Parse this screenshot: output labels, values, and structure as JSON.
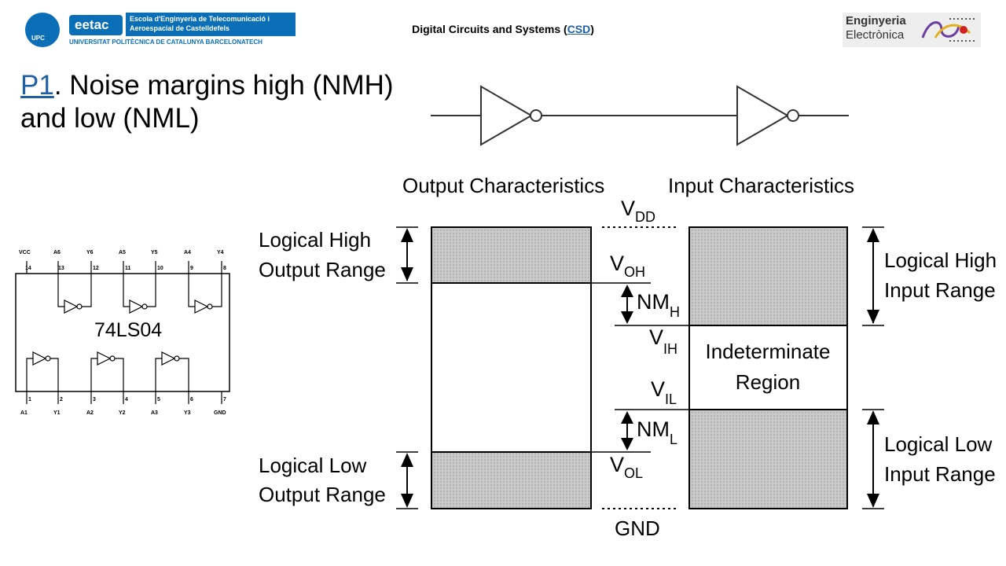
{
  "header": {
    "upc_abbr": "UPC",
    "eetac": "eetac",
    "school_line1": "Escola d'Enginyeria de Telecomunicació i",
    "school_line2": "Aeroespacial de Castelldefels",
    "university": "UNIVERSITAT POLITÈCNICA DE CATALUNYA   BARCELONATECH",
    "course_prefix": "Digital Circuits and Systems (",
    "course_link": "CSD",
    "course_suffix": ")",
    "dept_line1": "Enginyeria",
    "dept_line2": "Electrònica"
  },
  "slide": {
    "title_link": "P1",
    "title_rest": ". Noise margins high (NMH) and low (NML)"
  },
  "chip": {
    "name": "74LS04",
    "top_pins": [
      "VCC",
      "A6",
      "Y6",
      "A5",
      "Y5",
      "A4",
      "Y4"
    ],
    "top_nums": [
      "14",
      "13",
      "12",
      "11",
      "10",
      "9",
      "8"
    ],
    "bottom_pins": [
      "A1",
      "Y1",
      "A2",
      "Y2",
      "A3",
      "Y3",
      "GND"
    ],
    "bottom_nums": [
      "1",
      "2",
      "3",
      "4",
      "5",
      "6",
      "7"
    ]
  },
  "diagram": {
    "output_heading": "Output Characteristics",
    "input_heading": "Input Characteristics",
    "vdd": "V",
    "vdd_sub": "DD",
    "voh": "V",
    "voh_sub": "OH",
    "nmh": "NM",
    "nmh_sub": "H",
    "vih": "V",
    "vih_sub": "IH",
    "vil": "V",
    "vil_sub": "IL",
    "nml": "NM",
    "nml_sub": "L",
    "vol": "V",
    "vol_sub": "OL",
    "gnd": "GND",
    "out_high_l1": "Logical High",
    "out_high_l2": "Output Range",
    "out_low_l1": "Logical Low",
    "out_low_l2": "Output Range",
    "in_high_l1": "Logical High",
    "in_high_l2": "Input Range",
    "in_low_l1": "Logical Low",
    "in_low_l2": "Input Range",
    "indeterminate_l1": "Indeterminate",
    "indeterminate_l2": "Region"
  },
  "colors": {
    "brand_blue": "#0a6fb6",
    "link_blue": "#1f5fa6",
    "shade": "#c8c8c8"
  }
}
